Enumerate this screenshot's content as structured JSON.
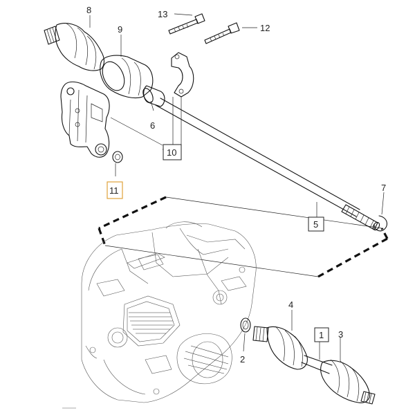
{
  "callouts": [
    {
      "id": "c1",
      "text": "1",
      "boxed": true
    },
    {
      "id": "c2",
      "text": "2",
      "boxed": false
    },
    {
      "id": "c3",
      "text": "3",
      "boxed": false
    },
    {
      "id": "c4",
      "text": "4",
      "boxed": false
    },
    {
      "id": "c5",
      "text": "5",
      "boxed": true
    },
    {
      "id": "c6",
      "text": "6",
      "boxed": false
    },
    {
      "id": "c7",
      "text": "7",
      "boxed": false
    },
    {
      "id": "c8",
      "text": "8",
      "boxed": false
    },
    {
      "id": "c9",
      "text": "9",
      "boxed": false
    },
    {
      "id": "c10",
      "text": "10",
      "boxed": true
    },
    {
      "id": "c11",
      "text": "11",
      "boxed": true,
      "highlight": true
    },
    {
      "id": "c12",
      "text": "12",
      "boxed": false
    },
    {
      "id": "c13",
      "text": "13",
      "boxed": false
    }
  ]
}
